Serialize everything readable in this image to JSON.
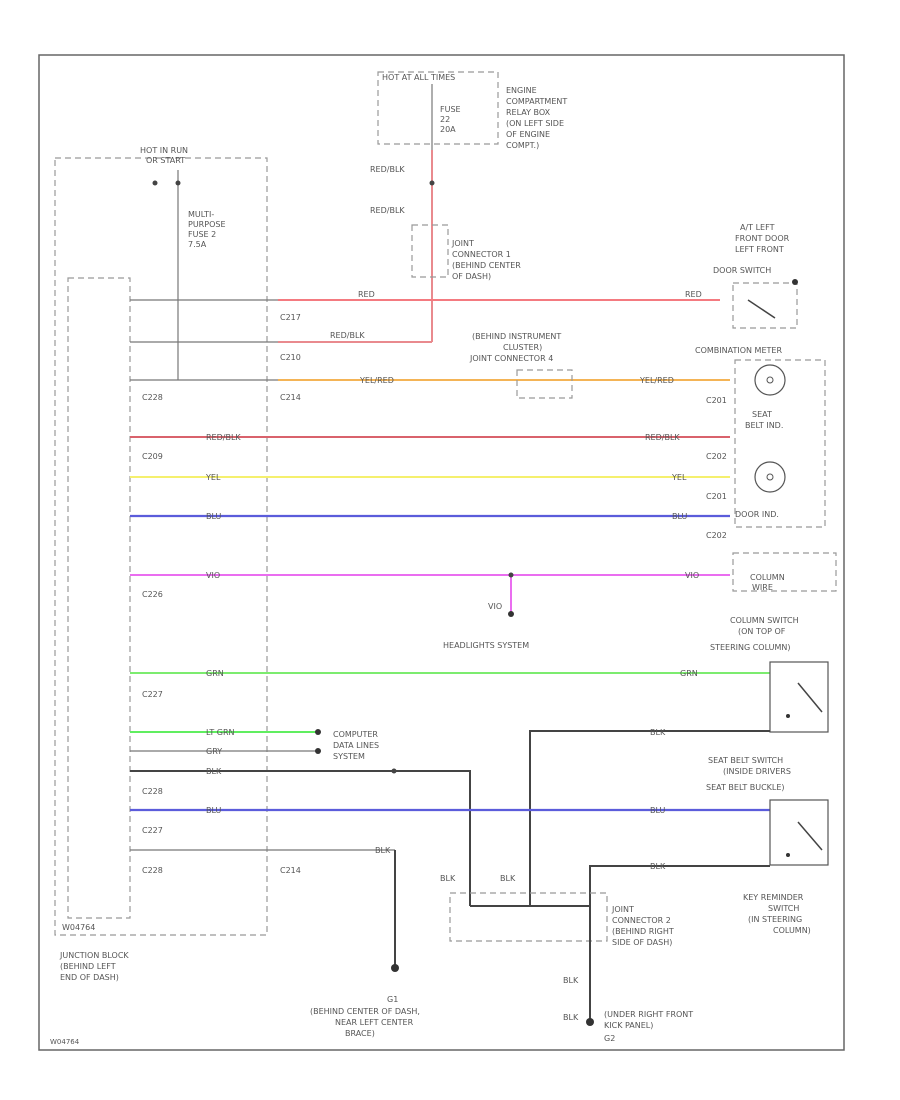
{
  "diagram": {
    "hot_in_run": [
      "HOT IN RUN",
      "OR START"
    ],
    "multi_fuse": [
      "MULTI-",
      "PURPOSE",
      "FUSE 2",
      "7.5A"
    ],
    "hot_at_all_times": "HOT AT ALL TIMES",
    "fuse_block": [
      "FUSE",
      "22",
      "20A"
    ],
    "engine_box": [
      "ENGINE",
      "COMPARTMENT",
      "RELAY BOX",
      "(ON LEFT SIDE",
      "OF ENGINE",
      "COMPT.)"
    ],
    "red_blk_1": "RED/BLK",
    "red_blk_2": "RED/BLK",
    "joint_conn_1": [
      "JOINT",
      "CONNECTOR 1",
      "(BEHIND CENTER",
      "OF DASH)"
    ],
    "door_switch": [
      "A/T LEFT",
      "FRONT DOOR",
      "LEFT FRONT",
      "DOOR SWITCH"
    ],
    "joint_conn_4": [
      "(BEHIND INSTRUMENT",
      "CLUSTER)",
      "JOINT CONNECTOR 4"
    ],
    "combination_meter": "COMBINATION METER",
    "seat_belt_ind": [
      "SEAT",
      "BELT IND."
    ],
    "door_ind": "DOOR IND.",
    "column_wire": [
      "COLUMN",
      "WIRE"
    ],
    "headlights": "HEADLIGHTS SYSTEM",
    "column_switch": [
      "COLUMN SWITCH",
      "(ON TOP OF",
      "STEERING COLUMN)"
    ],
    "computer_lines": [
      "COMPUTER",
      "DATA LINES",
      "SYSTEM"
    ],
    "seat_belt_switch": [
      "SEAT BELT SWITCH",
      "(INSIDE DRIVERS",
      "SEAT BELT BUCKLE)"
    ],
    "key_reminder": [
      "KEY REMINDER",
      "SWITCH",
      "(IN STEERING",
      "COLUMN)"
    ],
    "joint_conn_2": [
      "JOINT",
      "CONNECTOR 2",
      "(BEHIND RIGHT",
      "SIDE OF DASH)"
    ],
    "junction_block": [
      "JUNCTION BLOCK",
      "(BEHIND LEFT",
      "END OF DASH)"
    ],
    "ground_center": [
      "G1",
      "(BEHIND CENTER OF DASH,",
      "NEAR LEFT CENTER",
      "BRACE)"
    ],
    "ground_right": [
      "(UNDER RIGHT FRONT",
      "KICK PANEL)",
      "G2"
    ],
    "wire_labels": {
      "red": "RED",
      "red_blk": "RED/BLK",
      "yel_red": "YEL/RED",
      "yel": "YEL",
      "blu": "BLU",
      "vio": "VIO",
      "grn": "GRN",
      "lt_grn": "LT GRN",
      "gry": "GRY",
      "blk": "BLK"
    },
    "connectors": {
      "c217": "C217",
      "c210": "C210",
      "c214": "C214",
      "c228": "C228",
      "c227": "C227",
      "c226": "C226",
      "c209": "C209",
      "c201": "C201",
      "c202": "C202"
    },
    "corner_code": "W04764"
  },
  "colors": {
    "red": "#f47a80",
    "red_blk": "#d9626c",
    "yel_red": "#f4b456",
    "yel": "#f5f06e",
    "blu": "#5b5cdb",
    "vio": "#ea6df0",
    "grn": "#7cec6f",
    "lt_grn": "#60ee60",
    "blk": "#444444",
    "frame": "#666666"
  }
}
